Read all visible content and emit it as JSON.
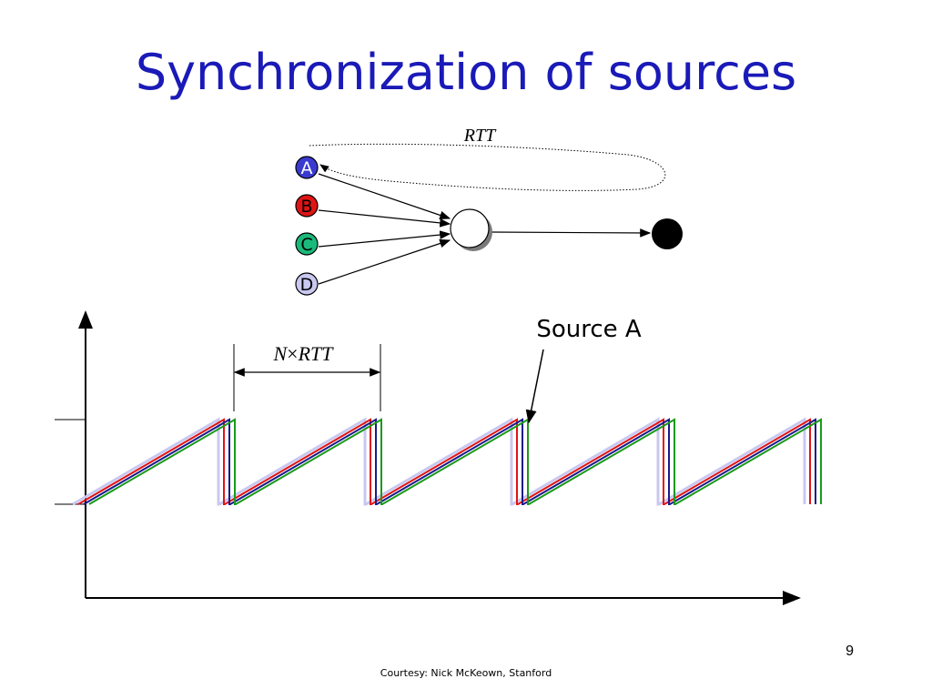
{
  "slide": {
    "title": "Synchronization of sources",
    "page_number": "9",
    "courtesy": "Courtesy: Nick McKeown, Stanford"
  },
  "network": {
    "rtt_label": "RTT",
    "sources": [
      {
        "label": "A",
        "color": "#3a3ad0"
      },
      {
        "label": "B",
        "color": "#e01414"
      },
      {
        "label": "C",
        "color": "#1ab87a"
      },
      {
        "label": "D",
        "color": "#c8c8f0"
      }
    ]
  },
  "plot": {
    "period_label": "N×RTT",
    "period_label_n": "N",
    "period_label_times": "×",
    "period_label_rtt": "RTT",
    "source_a_label": "Source A",
    "series_colors": [
      "#c8c8f0",
      "#e01414",
      "#1a1a8c",
      "#1a9a1a"
    ],
    "cycles": 5
  }
}
